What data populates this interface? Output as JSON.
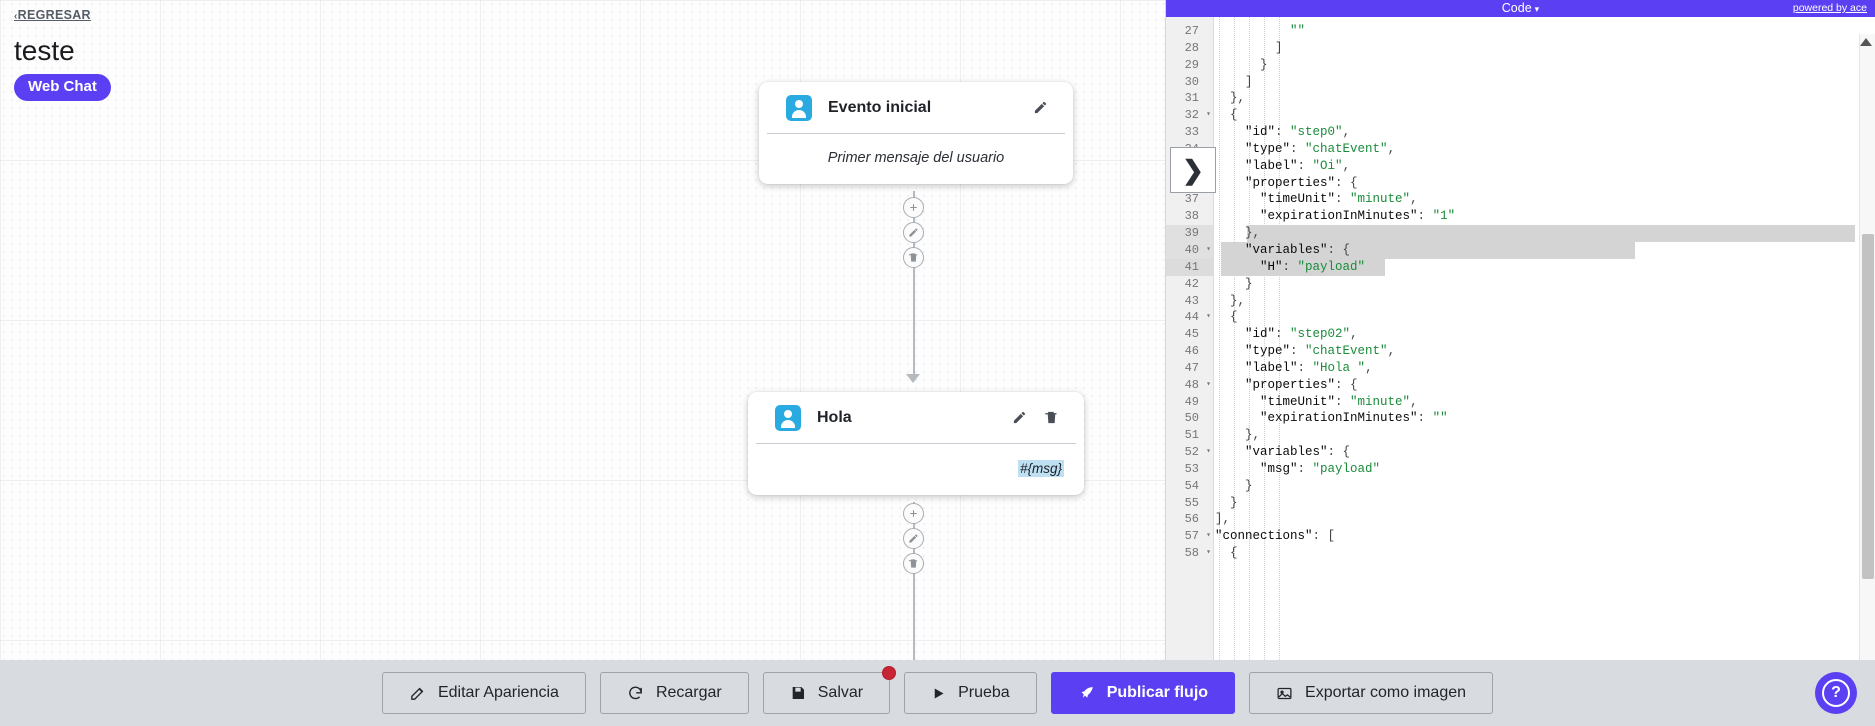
{
  "header": {
    "back_label": "REGRESAR",
    "back_caret": "‹",
    "title": "teste",
    "channel_badge": "Web Chat"
  },
  "canvas": {
    "nodes": [
      {
        "id": "node-initial",
        "avatar_icon": "user-avatar-icon",
        "title": "Evento inicial",
        "body_text": "Primer mensaje del usuario",
        "body_kind": "placeholder",
        "actions": [
          "edit-icon"
        ]
      },
      {
        "id": "node-hola",
        "avatar_icon": "user-avatar-icon",
        "title": "Hola",
        "body_text": "#{msg}",
        "body_kind": "variable",
        "actions": [
          "edit-icon",
          "trash-icon"
        ]
      }
    ],
    "node_tools": [
      "add-icon",
      "edit-icon",
      "trash-icon"
    ]
  },
  "code_panel": {
    "topbar_title": "Code",
    "topbar_caret": "▾",
    "powered_by": "powered by ace",
    "first_line_number": 27,
    "cursor_line": 41,
    "selection_lines": [
      39,
      40,
      41
    ],
    "fold_lines": [
      32,
      36,
      40,
      44,
      48,
      52,
      57,
      58
    ],
    "lines": [
      {
        "n": 27,
        "text": "          \"\""
      },
      {
        "n": 28,
        "text": "        ]"
      },
      {
        "n": 29,
        "text": "      }"
      },
      {
        "n": 30,
        "text": "    ]"
      },
      {
        "n": 31,
        "text": "  },"
      },
      {
        "n": 32,
        "text": "  {"
      },
      {
        "n": 33,
        "text": "    \"id\": \"step0\","
      },
      {
        "n": 34,
        "text": "    \"type\": \"chatEvent\","
      },
      {
        "n": 35,
        "text": "    \"label\": \"Oi\","
      },
      {
        "n": 36,
        "text": "    \"properties\": {"
      },
      {
        "n": 37,
        "text": "      \"timeUnit\": \"minute\","
      },
      {
        "n": 38,
        "text": "      \"expirationInMinutes\": \"1\""
      },
      {
        "n": 39,
        "text": "    },"
      },
      {
        "n": 40,
        "text": "    \"variables\": {"
      },
      {
        "n": 41,
        "text": "      \"H\": \"payload\""
      },
      {
        "n": 42,
        "text": "    }"
      },
      {
        "n": 43,
        "text": "  },"
      },
      {
        "n": 44,
        "text": "  {"
      },
      {
        "n": 45,
        "text": "    \"id\": \"step02\","
      },
      {
        "n": 46,
        "text": "    \"type\": \"chatEvent\","
      },
      {
        "n": 47,
        "text": "    \"label\": \"Hola \","
      },
      {
        "n": 48,
        "text": "    \"properties\": {"
      },
      {
        "n": 49,
        "text": "      \"timeUnit\": \"minute\","
      },
      {
        "n": 50,
        "text": "      \"expirationInMinutes\": \"\""
      },
      {
        "n": 51,
        "text": "    },"
      },
      {
        "n": 52,
        "text": "    \"variables\": {"
      },
      {
        "n": 53,
        "text": "      \"msg\": \"payload\""
      },
      {
        "n": 54,
        "text": "    }"
      },
      {
        "n": 55,
        "text": "  }"
      },
      {
        "n": 56,
        "text": "],"
      },
      {
        "n": 57,
        "text": "\"connections\": ["
      },
      {
        "n": 58,
        "text": "  {"
      }
    ]
  },
  "toolbar": {
    "buttons": [
      {
        "id": "edit-appearance",
        "label": "Editar Apariencia",
        "icon": "pencil-square-icon",
        "primary": false,
        "badge": false
      },
      {
        "id": "reload",
        "label": "Recargar",
        "icon": "refresh-icon",
        "primary": false,
        "badge": false
      },
      {
        "id": "save",
        "label": "Salvar",
        "icon": "save-disk-icon",
        "primary": false,
        "badge": true
      },
      {
        "id": "test",
        "label": "Prueba",
        "icon": "play-icon",
        "primary": false,
        "badge": false
      },
      {
        "id": "publish-flow",
        "label": "Publicar flujo",
        "icon": "rocket-icon",
        "primary": true,
        "badge": false
      },
      {
        "id": "export-image",
        "label": "Exportar como imagen",
        "icon": "image-icon",
        "primary": false,
        "badge": false
      }
    ],
    "help_label": "?"
  },
  "colors": {
    "accent": "#5A40F2",
    "avatar": "#29ABE2",
    "toolbar_bg": "#d8dbe0",
    "badge_dot": "#c72535",
    "code_string": "#1a8c3a",
    "selection": "#d4d4d4"
  }
}
